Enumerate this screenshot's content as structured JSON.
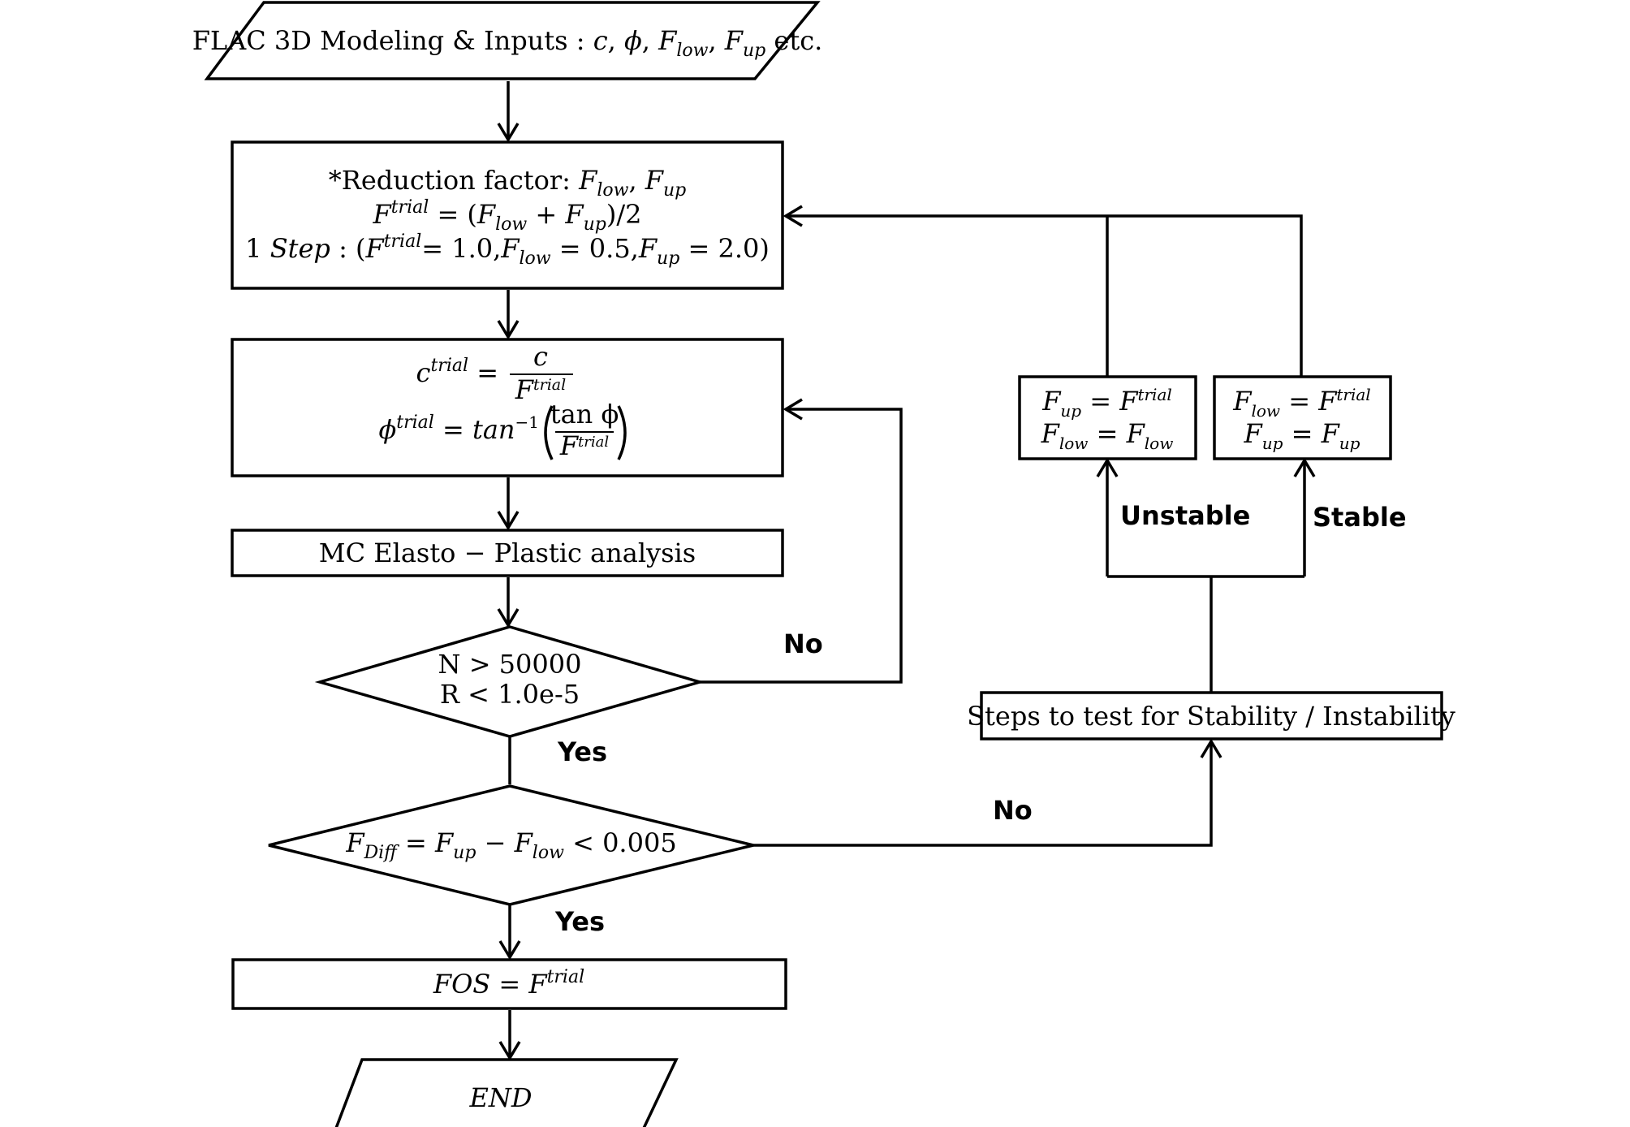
{
  "nodes": {
    "inputs": {
      "prefix": "FLAC 3D Modeling  & Inputs : ",
      "c": "c",
      "sep1": ", ",
      "phi": "ϕ",
      "sep2": ", ",
      "F": "F",
      "low": "low",
      "sep3": ", ",
      "up": "up",
      "suffix": " etc."
    },
    "reduction": {
      "line1_prefix": "*Reduction factor: ",
      "line2_prefix_F": "F",
      "trial": "trial",
      "line2_eq": " = (",
      "line2_plus": " + ",
      "line2_suffix": ")/2",
      "line3_prefix": "1 ",
      "step": "Step",
      "line3_colon": " : (",
      "line3_val1": "= 1.0,",
      "line3_val2": " = 0.5,",
      "line3_val3": " = 2.0)"
    },
    "strength": {
      "c": "c",
      "eq": " = ",
      "F": "F",
      "trial": "trial",
      "phi": "ϕ",
      "tan_inv": "tan",
      "minus_one": "−1",
      "tan_phi": "tan ϕ"
    },
    "analysis": {
      "text": "MC Elasto − Plastic analysis"
    },
    "convergence": {
      "line1": "N > 50000",
      "line2": "R < 1.0e-5"
    },
    "diff_check": {
      "F": "F",
      "diff": "Diff",
      "eq": " = ",
      "minus": " − ",
      "up": "up",
      "low": "low",
      "tail": " < 0.005"
    },
    "fos": {
      "fos": "FOS",
      "eq": " = ",
      "F": "F",
      "trial": "trial"
    },
    "end": {
      "text": "END"
    },
    "stability_steps": {
      "text": "Steps to test for Stability / Instability"
    },
    "unstable_update": {
      "F": "F",
      "up": "up",
      "low": "low",
      "trial": "trial",
      "eq": " = "
    },
    "stable_update": {
      "F": "F",
      "up": "up",
      "low": "low",
      "trial": "trial",
      "eq": " = "
    }
  },
  "edge_labels": {
    "no_convergence": "No",
    "yes_convergence": "Yes",
    "no_diff": "No",
    "yes_diff": "Yes",
    "unstable": "Unstable",
    "stable": "Stable"
  }
}
